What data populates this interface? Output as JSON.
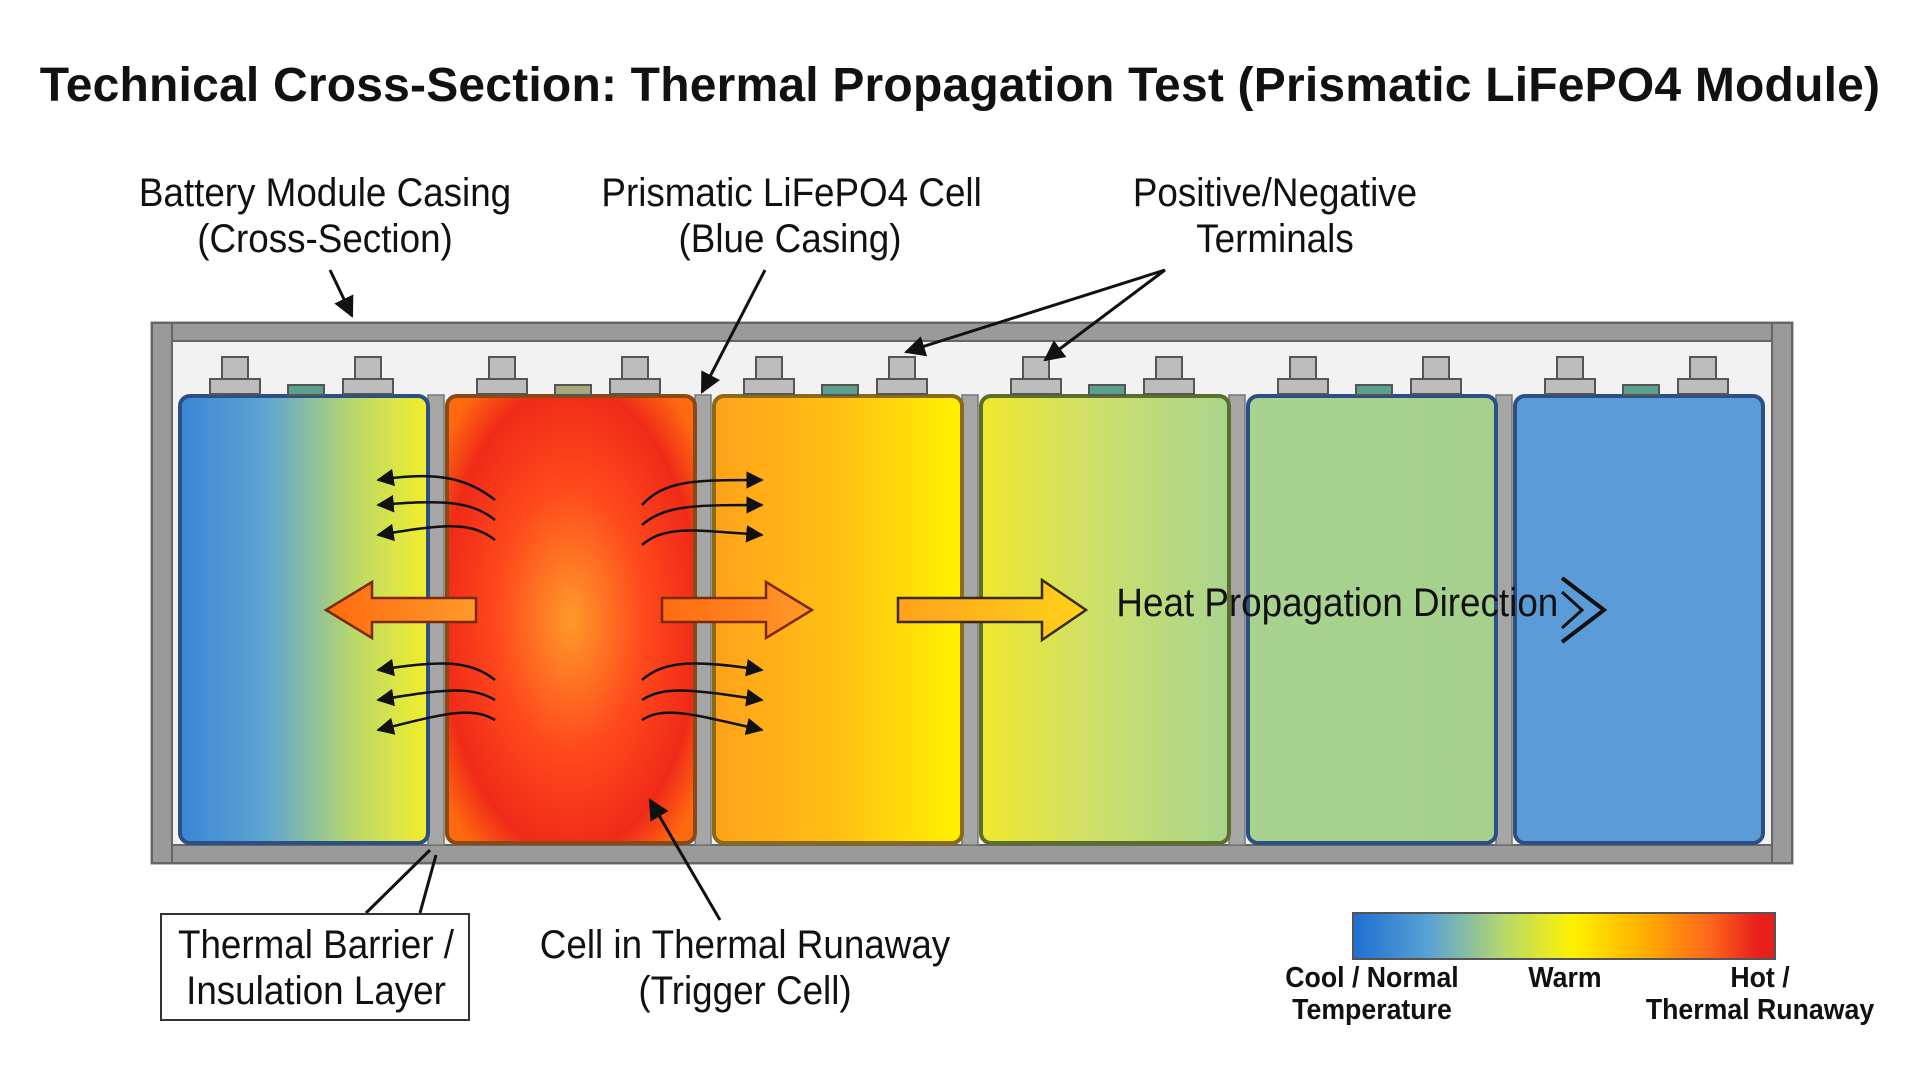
{
  "title": "Technical Cross-Section: Thermal Propagation Test (Prismatic LiFePO4 Module)",
  "labels": {
    "casing": "Battery Module Casing\n(Cross-Section)",
    "cell": "Prismatic LiFePO4 Cell\n(Blue Casing)",
    "terminals": "Positive/Negative\nTerminals",
    "barrier": "Thermal Barrier /\nInsulation Layer",
    "runaway": "Cell in Thermal Runaway\n(Trigger Cell)",
    "heat_direction": "Heat Propagation Direction"
  },
  "cells": [
    {
      "id": 1,
      "state": "cool-to-warm gradient"
    },
    {
      "id": 2,
      "state": "thermal runaway"
    },
    {
      "id": 3,
      "state": "hot-to-warm gradient"
    },
    {
      "id": 4,
      "state": "warm-to-cool gradient"
    },
    {
      "id": 5,
      "state": "cool"
    },
    {
      "id": 6,
      "state": "normal"
    }
  ],
  "legend": {
    "cool": "Cool / Normal\nTemperature",
    "warm": "Warm",
    "hot": "Hot /\nThermal Runaway"
  },
  "colors": {
    "cool": "#1f6fd1",
    "warm": "#fff200",
    "hot": "#e8201c",
    "casing": "#8e8e8e"
  }
}
